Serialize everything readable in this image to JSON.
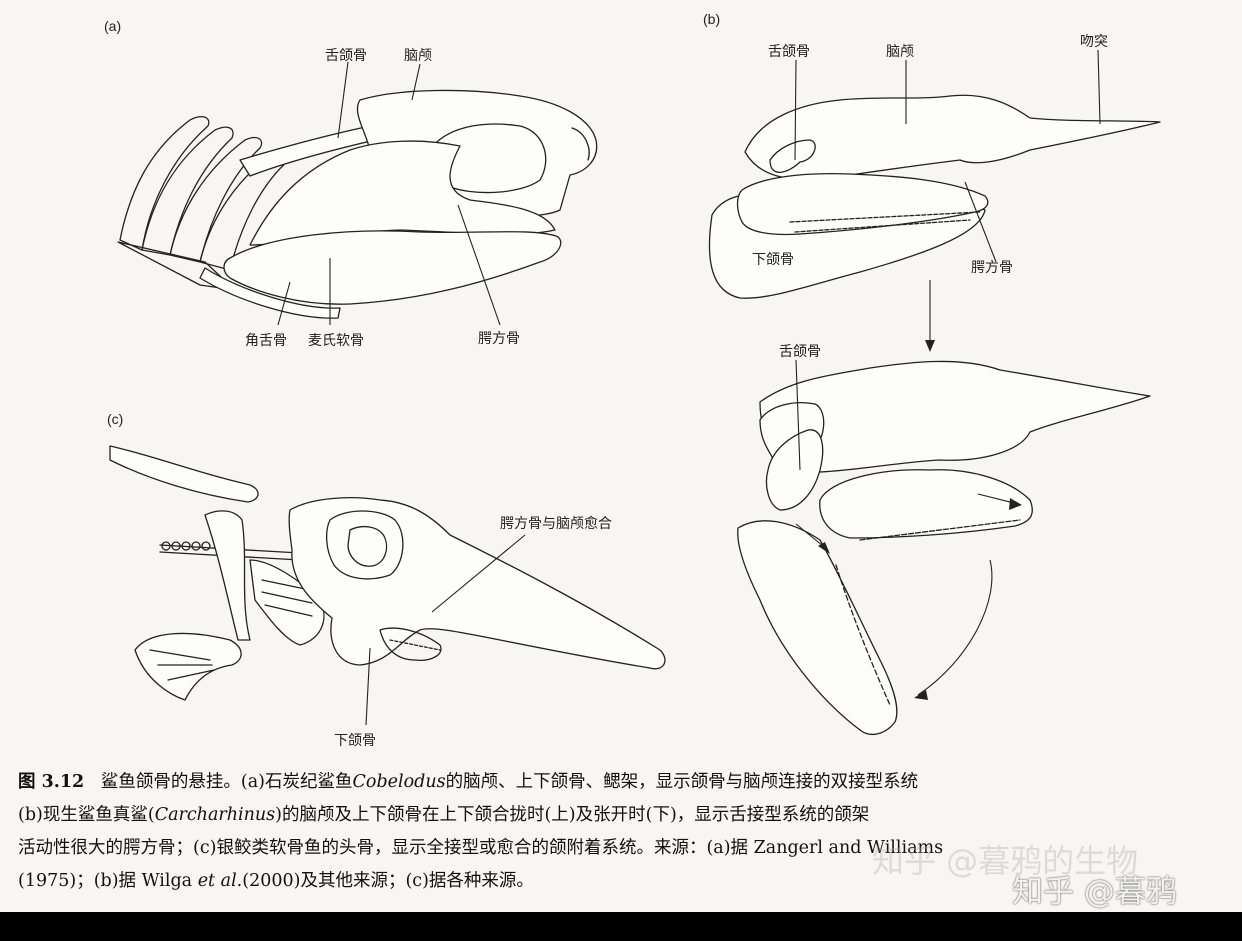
{
  "panels": {
    "a": {
      "tag": "(a)",
      "labels": {
        "hyomandibula": "舌颌骨",
        "braincase": "脑颅",
        "ceratohyal": "角舌骨",
        "meckel": "麦氏软骨",
        "palatoquadrate": "腭方骨"
      }
    },
    "b": {
      "tag": "(b)",
      "labels": {
        "hyomandibula": "舌颌骨",
        "braincase": "脑颅",
        "rostrum": "吻突",
        "mandible": "下颌骨",
        "palatoquadrate": "腭方骨",
        "hyomandibula_open": "舌颌骨"
      }
    },
    "c": {
      "tag": "(c)",
      "labels": {
        "fused": "腭方骨与脑颅愈合",
        "mandible": "下颌骨"
      }
    }
  },
  "caption": {
    "fig_number": "图 3.12",
    "line1_a": "鲨鱼颌骨的悬挂。(a)石炭纪鲨鱼",
    "line1_species": "Cobelodus",
    "line1_b": "的脑颅、上下颌骨、鳃架，显示颌骨与脑颅连接的双接型系统",
    "line2_a": "(b)现生鲨鱼真鲨(",
    "line2_genus": "Carcharhinus",
    "line2_b": ")的脑颅及上下颌骨在上下颌合拢时(上)及张开时(下)，显示舌接型系统的颌架",
    "line3": "活动性很大的腭方骨；(c)银鲛类软骨鱼的头骨，显示全接型或愈合的颌附着系统。来源：(a)据 Zangerl and Williams",
    "line4_a": "(1975)；(b)据 Wilga",
    "line4_etal": "et al.",
    "line4_b": "(2000)及其他来源；(c)据各种来源。"
  },
  "watermark": {
    "text": "知乎 @暮鸦",
    "ghost": "知乎 @暮鸦的生物"
  }
}
